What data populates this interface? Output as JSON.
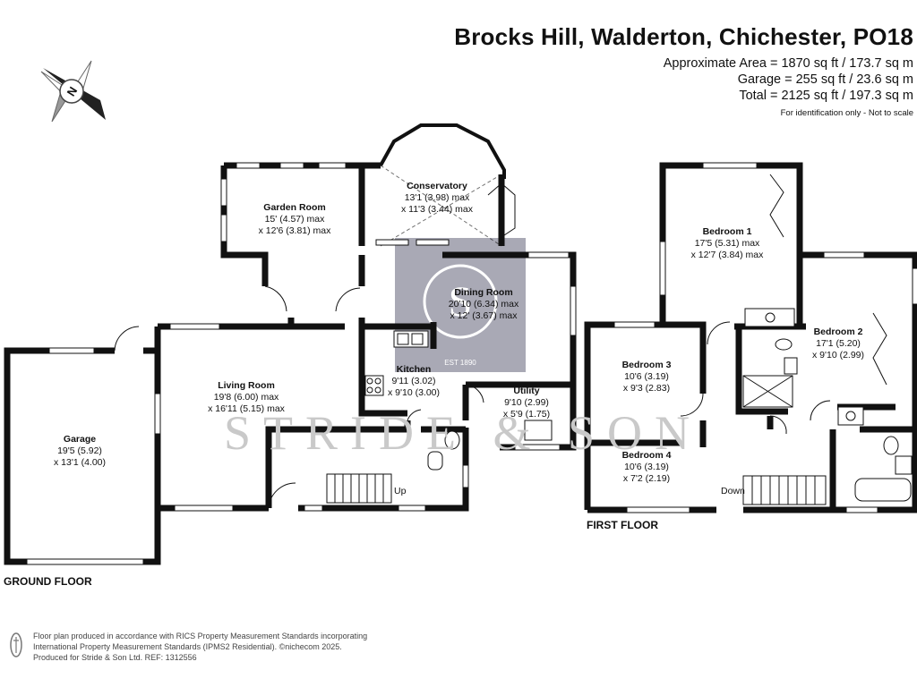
{
  "header": {
    "title": "Brocks Hill, Walderton, Chichester, PO18",
    "area_lines": [
      "Approximate Area = 1870 sq ft / 173.7 sq m",
      "Garage = 255 sq ft / 23.6 sq m",
      "Total = 2125 sq ft / 197.3 sq m"
    ],
    "note": "For identification only - Not to scale"
  },
  "compass": {
    "letter": "N"
  },
  "floors": {
    "ground": "GROUND FLOOR",
    "first": "FIRST FLOOR"
  },
  "rooms": {
    "garage": {
      "name": "Garage",
      "dims": [
        "19'5 (5.92)",
        "x 13'1 (4.00)"
      ]
    },
    "living": {
      "name": "Living Room",
      "dims": [
        "19'8 (6.00) max",
        "x 16'11 (5.15) max"
      ]
    },
    "garden": {
      "name": "Garden Room",
      "dims": [
        "15' (4.57) max",
        "x 12'6 (3.81) max"
      ]
    },
    "conservatory": {
      "name": "Conservatory",
      "dims": [
        "13'1 (3.98) max",
        "x 11'3 (3.44) max"
      ]
    },
    "dining": {
      "name": "Dining Room",
      "dims": [
        "20'10 (6.34) max",
        "x 12' (3.67) max"
      ]
    },
    "kitchen": {
      "name": "Kitchen",
      "dims": [
        "9'11 (3.02)",
        "x 9'10 (3.00)"
      ]
    },
    "utility": {
      "name": "Utility",
      "dims": [
        "9'10 (2.99)",
        "x 5'9 (1.75)"
      ]
    },
    "bed1": {
      "name": "Bedroom 1",
      "dims": [
        "17'5 (5.31) max",
        "x 12'7 (3.84) max"
      ]
    },
    "bed2": {
      "name": "Bedroom 2",
      "dims": [
        "17'1 (5.20)",
        "x 9'10 (2.99)"
      ]
    },
    "bed3": {
      "name": "Bedroom 3",
      "dims": [
        "10'6 (3.19)",
        "x 9'3 (2.83)"
      ]
    },
    "bed4": {
      "name": "Bedroom 4",
      "dims": [
        "10'6 (3.19)",
        "x 7'2 (2.19)"
      ]
    }
  },
  "stairs": {
    "up": "Up",
    "down": "Down"
  },
  "logo": {
    "est": "EST 1890",
    "watermark": "STRIDE & SON"
  },
  "footer": {
    "lines": [
      "Floor plan produced in accordance with RICS Property Measurement Standards incorporating",
      "International Property Measurement Standards (IPMS2 Residential).  ©nichecom 2025.",
      "Produced for Stride & Son Ltd.   REF:  1312556"
    ]
  },
  "colors": {
    "wall": "#111111",
    "logo_bg": "#9a9aa8",
    "watermark": "#c9c9c9"
  }
}
